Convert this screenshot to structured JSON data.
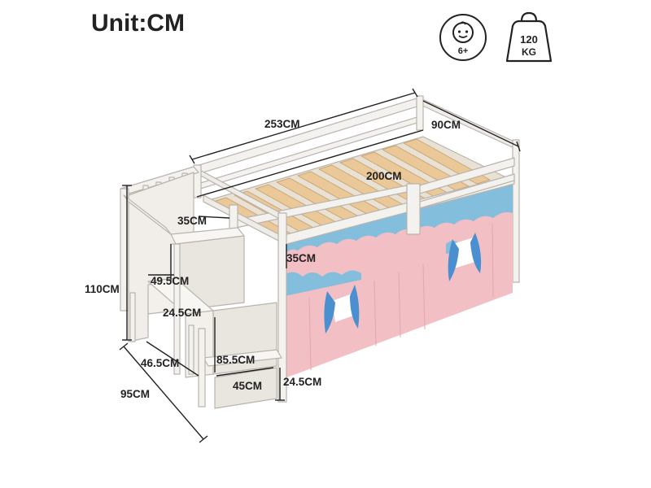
{
  "title": "Unit:CM",
  "badges": {
    "age": "6+",
    "weight_line1": "120",
    "weight_line2": "KG"
  },
  "dimensions": {
    "length": "253CM",
    "width": "90CM",
    "mattress_length": "200CM",
    "guard_height_top": "35CM",
    "guard_height_side": "35CM",
    "total_height": "110CM",
    "step_top_height": "49.5CM",
    "step_height": "24.5CM",
    "stair_depth": "46.5CM",
    "total_depth": "95CM",
    "stair_height": "85.5CM",
    "step_width": "45CM",
    "bottom_step_height": "24.5CM"
  },
  "colors": {
    "frame": "#f4f2ee",
    "frame_stroke": "#b9b4ad",
    "slat": "#eac898",
    "curtain_pink": "#f2bfc5",
    "curtain_blue": "#83bfdc",
    "tieback_blue": "#4a8fd0",
    "ink": "#222222"
  }
}
